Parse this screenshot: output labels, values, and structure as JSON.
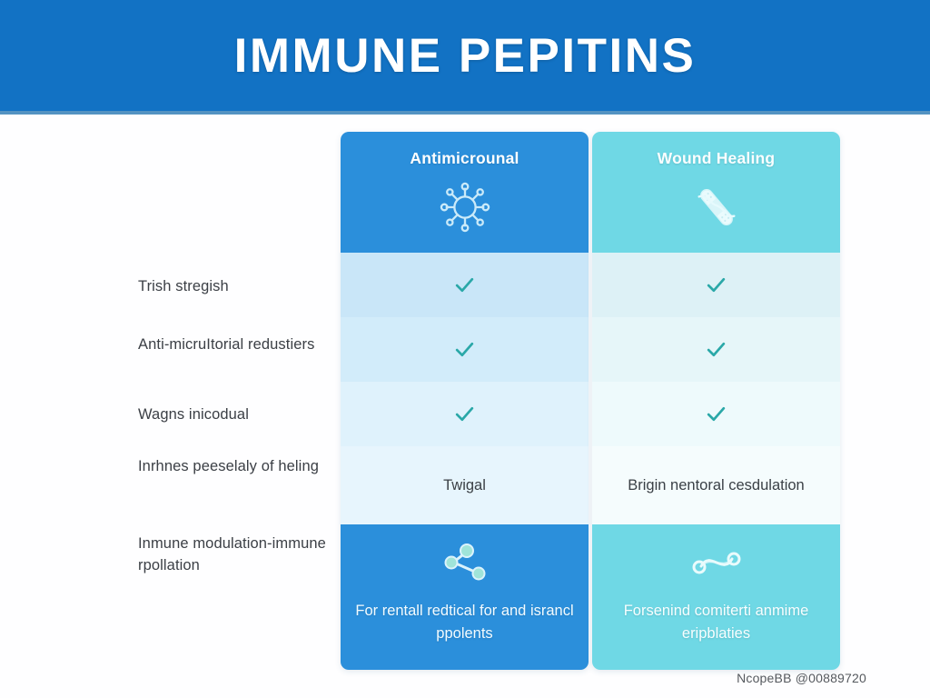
{
  "banner": {
    "title": "IMMUNE PEPITINS",
    "background_color": "#1272c4",
    "text_color": "#ffffff"
  },
  "table": {
    "row_labels": [
      "Trish stregish",
      "Anti-micruItorial redustiers",
      "Wagns inicodual",
      "Inrhnes peeselaly of heling",
      "Inmune modulation-immune rpollation"
    ],
    "columns": [
      {
        "header": "Antimicrounal",
        "header_color": "#2b8fdb",
        "icon": "virus-icon",
        "cells": [
          {
            "type": "check",
            "value": "✓"
          },
          {
            "type": "check",
            "value": "✓"
          },
          {
            "type": "check",
            "value": "✓"
          },
          {
            "type": "text",
            "value": "Twigal"
          }
        ],
        "footer_icon": "molecule-icon",
        "footer_text": "For rentall redtical for and israncl ppolents"
      },
      {
        "header": "Wound Healing",
        "header_color": "#6fd8e5",
        "icon": "bandage-icon",
        "cells": [
          {
            "type": "check",
            "value": "✓"
          },
          {
            "type": "check",
            "value": "✓"
          },
          {
            "type": "check",
            "value": "✓"
          },
          {
            "type": "text",
            "value": "Brigin nentoral cesdulation"
          }
        ],
        "footer_icon": "link-curve-icon",
        "footer_text": "Forsenind comiterti anmime eripblaties"
      }
    ],
    "check_color": "#2aa8a8"
  },
  "watermark": "NcopeBB @00889720"
}
